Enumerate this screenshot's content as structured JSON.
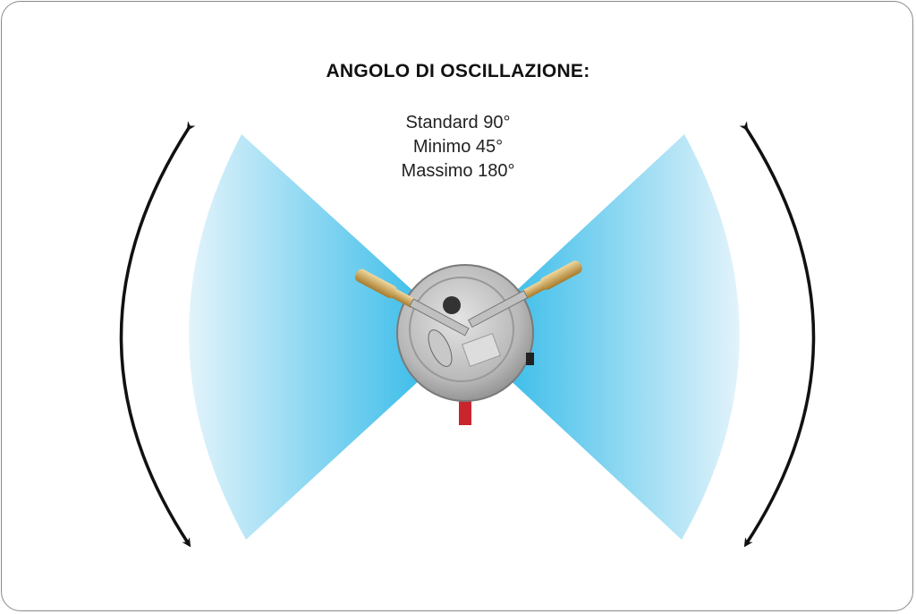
{
  "title": "ANGOLO DI OSCILLAZIONE:",
  "angles": [
    {
      "label": "Standard 90°"
    },
    {
      "label": "Minimo 45°"
    },
    {
      "label": "Massimo 180°"
    }
  ],
  "colors": {
    "spray_strong": "#22b6e6",
    "spray_light": "#dcf0fa",
    "arrow": "#111111",
    "post": "#c8252d"
  }
}
